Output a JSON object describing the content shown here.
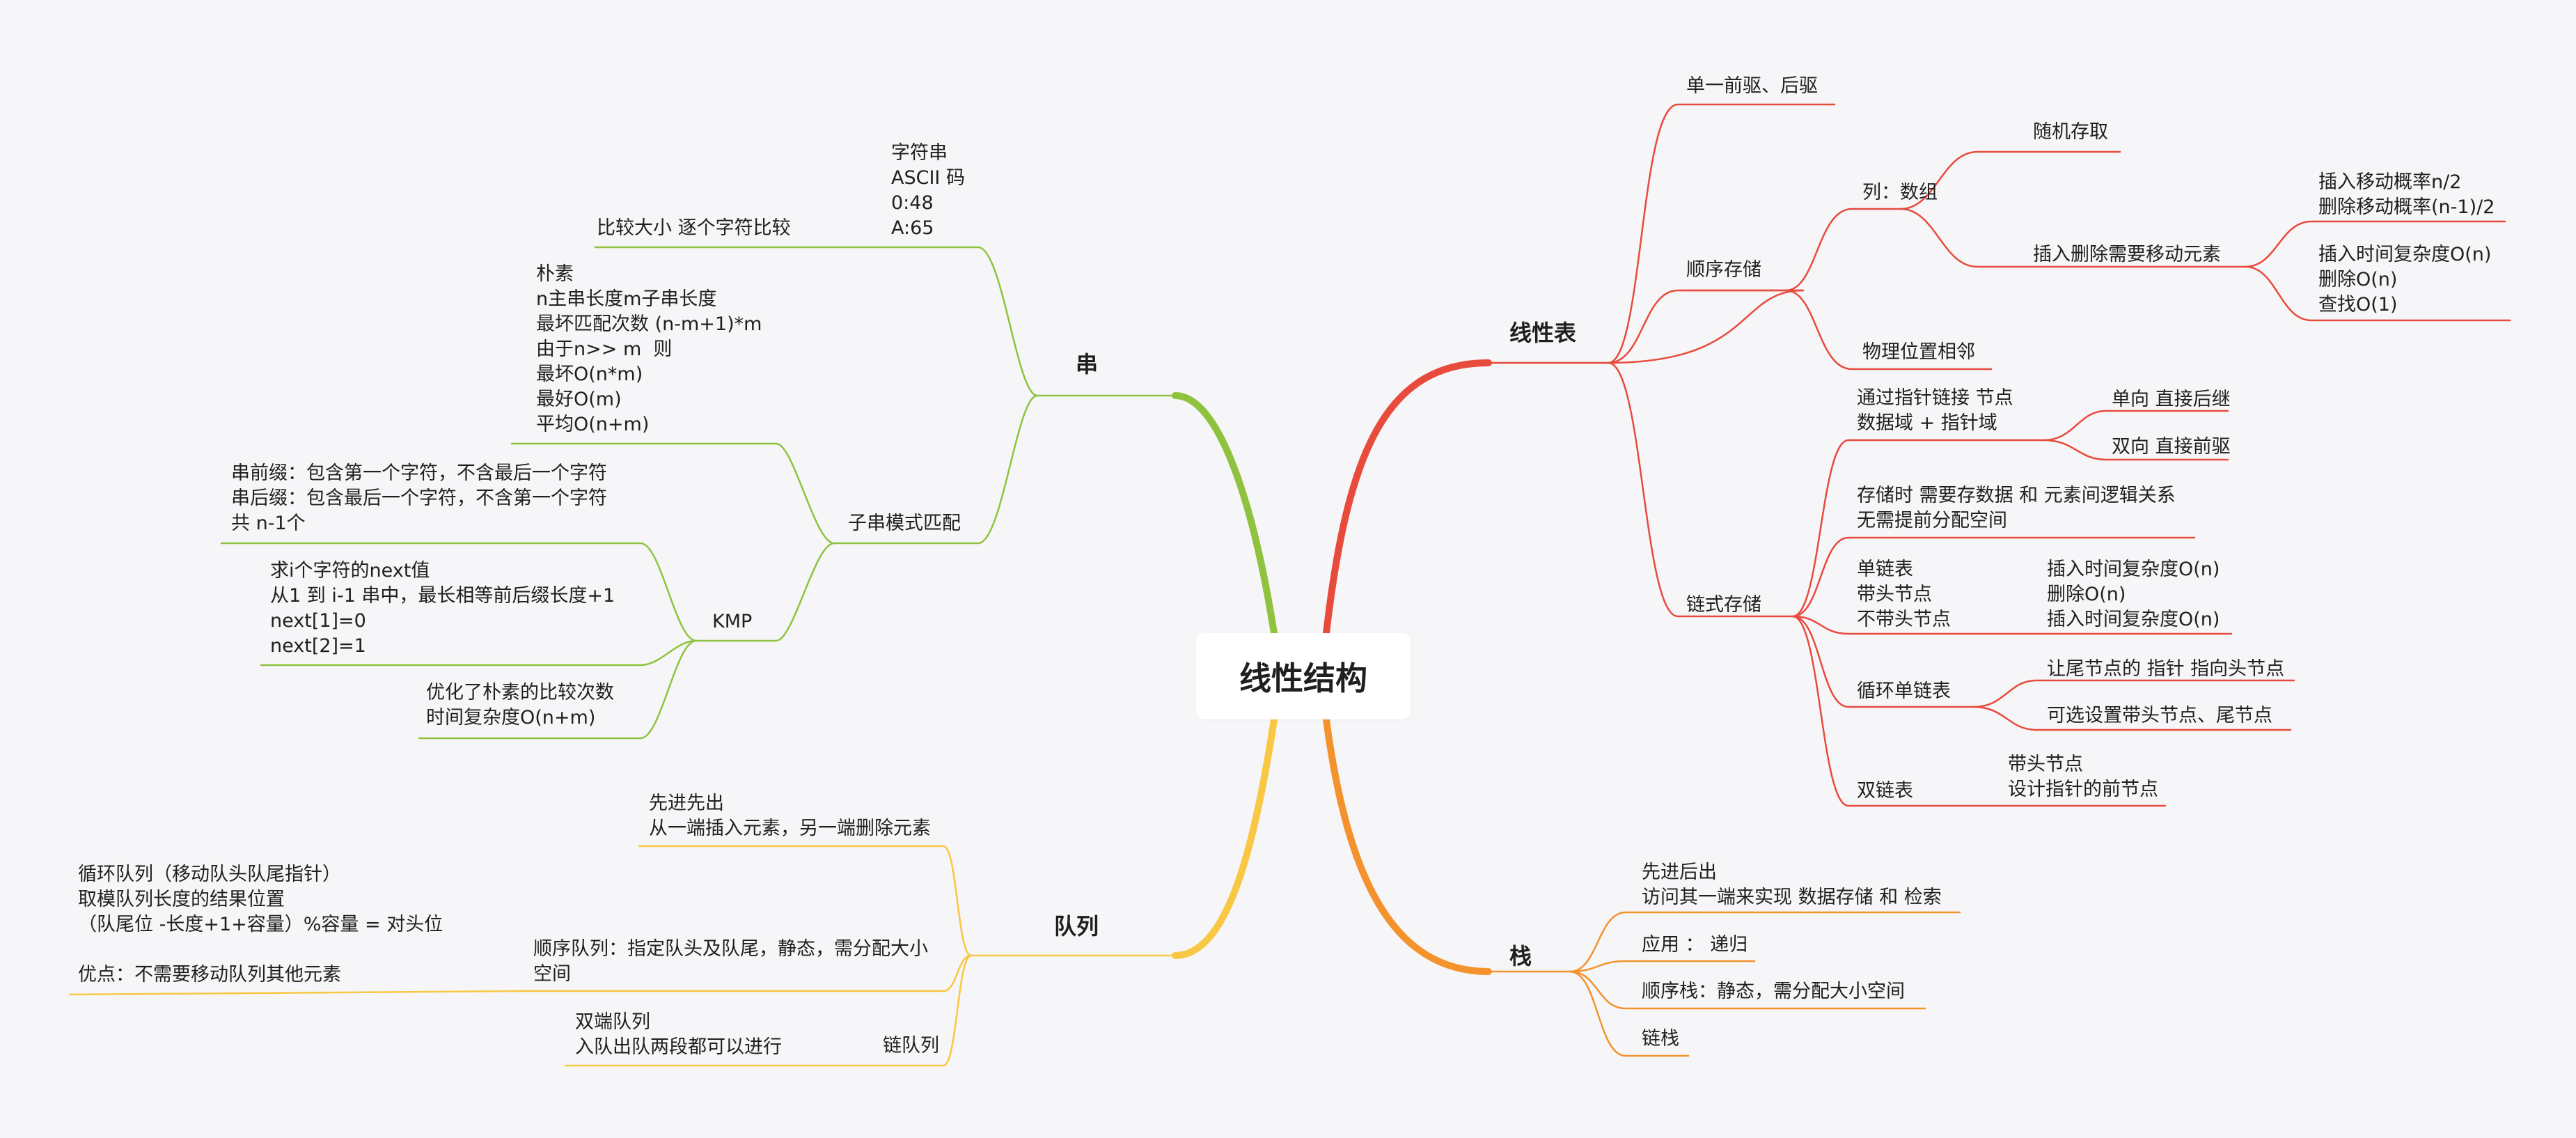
{
  "center": "线性结构",
  "colors": {
    "linear": "#e84a3c",
    "stack": "#f4922e",
    "queue": "#f8c743",
    "string": "#8fc23e",
    "background": "#f6f6f8"
  },
  "linear": {
    "title": "线性表",
    "single": "单一前驱、后驱",
    "seq": "顺序存储",
    "array": "列：数组",
    "random": "随机存取",
    "move": "插入删除需要移动元素",
    "prob": "插入移动概率n/2\n删除移动概率(n-1)/2",
    "complexity": "插入时间复杂度O(n)\n删除O(n)\n查找O(1)",
    "physical": "物理位置相邻",
    "linked": "链式存储",
    "pointer": "通过指针链接 节点\n数据域 + 指针域",
    "oneway": "单向 直接后继",
    "twoway": "双向 直接前驱",
    "storage": "存储时 需要存数据 和 元素间逻辑关系\n无需提前分配空间",
    "singlelist": "单链表\n带头节点\n不带头节点",
    "singlelist_complexity": "插入时间复杂度O(n)\n删除O(n)\n插入时间复杂度O(n)",
    "circular": "循环单链表",
    "tail_pointer": "让尾节点的 指针 指向头节点",
    "optional": "可选设置带头节点、尾节点",
    "double": "双链表",
    "double_detail": "带头节点\n设计指针的前节点"
  },
  "stack": {
    "title": "栈",
    "lifo": "先进后出\n访问其一端来实现 数据存储 和 检索",
    "app": "应用 ： 递归",
    "seq": "顺序栈：静态，需分配大小空间",
    "link": "链栈"
  },
  "queue": {
    "title": "队列",
    "fifo": "先进先出\n从一端插入元素，另一端删除元素",
    "seq": "顺序队列：指定队头及队尾，静态，需分配大小\n空间",
    "circular": "循环队列（移动队头队尾指针）\n取模队列长度的结果位置\n（队尾位 -长度+1+容量）%容量 = 对头位",
    "advantage": "优点：不需要移动队列其他元素",
    "link": "链队列",
    "deque": "双端队列\n入队出队两段都可以进行"
  },
  "string": {
    "title": "串",
    "compare": "比较大小 逐个字符比较",
    "ascii": "字符串\nASCII 码\n0:48\nA:65",
    "match": "子串模式匹配",
    "naive": "朴素\nn主串长度m子串长度\n最坏匹配次数 (n-m+1)*m\n由于n>> m  则\n最坏O(n*m)\n最好O(m)\n平均O(n+m)",
    "kmp": "KMP",
    "prefix": "串前缀：包含第一个字符，不含最后一个字符\n串后缀：包含最后一个字符，不含第一个字符\n共 n-1个",
    "next": "求i个字符的next值\n从1 到 i-1 串中，最长相等前后缀长度+1\nnext[1]=0\nnext[2]=1",
    "optimize": "优化了朴素的比较次数\n时间复杂度O(n+m)"
  }
}
